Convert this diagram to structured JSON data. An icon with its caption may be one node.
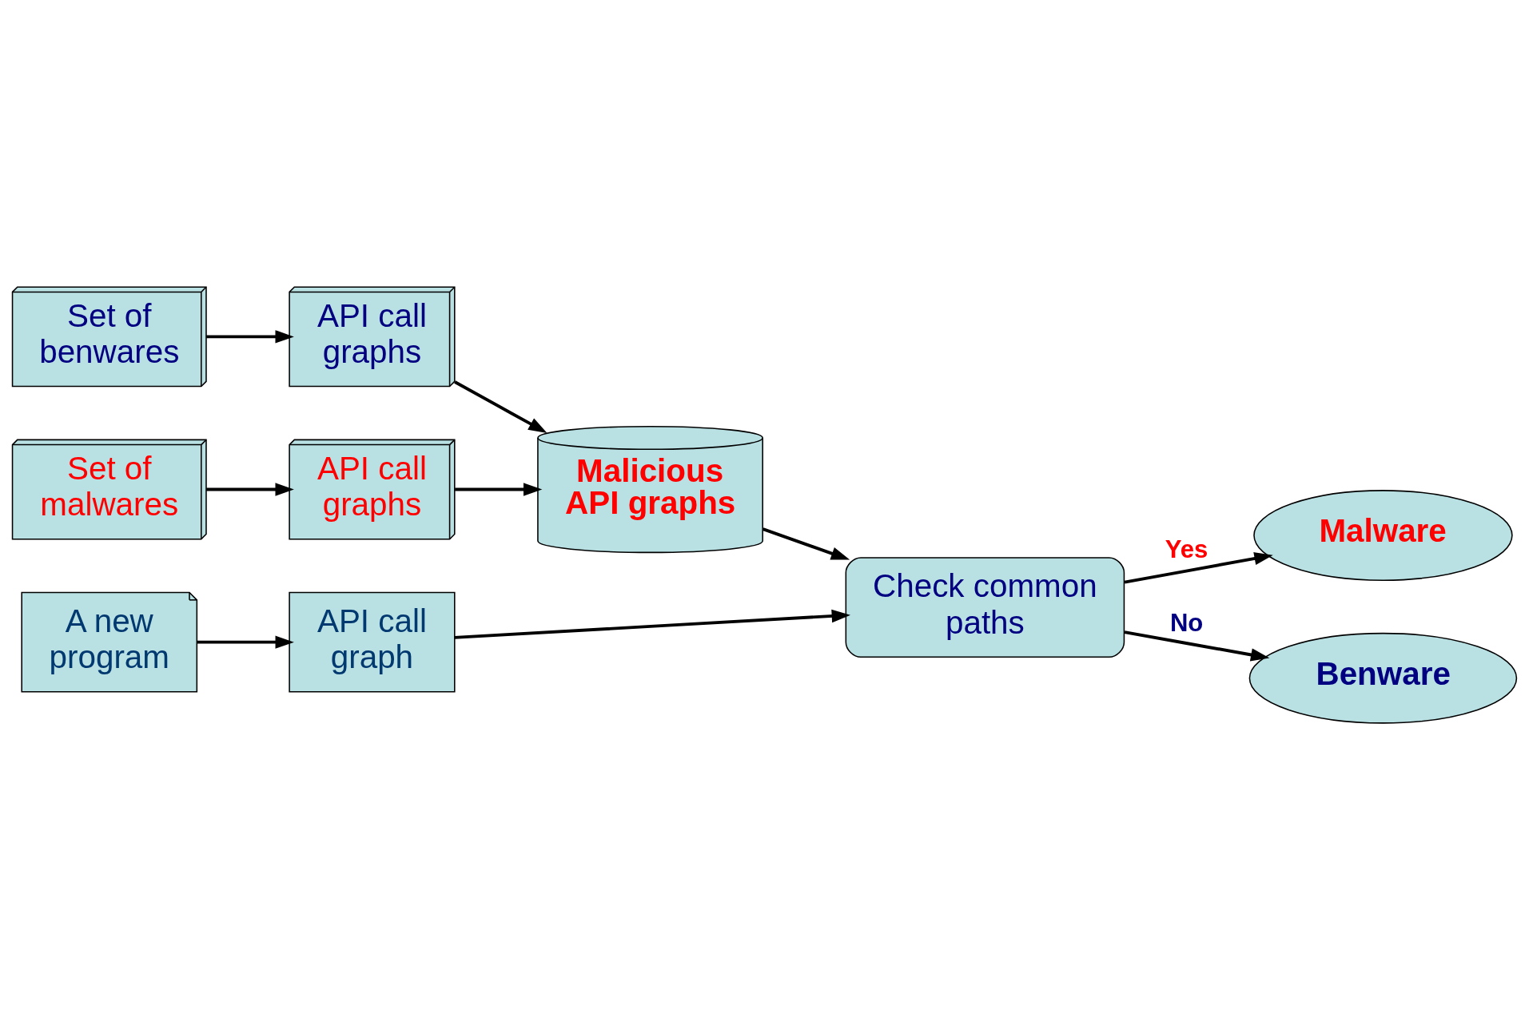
{
  "diagram": {
    "nodes": [
      {
        "text": [
          "Set of malwares"
        ]
      },
      {
        "text": [
          "API call graphs"
        ]
      },
      {
        "text": [
          "Set of benwares"
        ]
      },
      {
        "text": [
          "API call graphs"
        ]
      },
      {
        "text": [
          "Malicious API graphs"
        ]
      },
      {
        "text": [
          "A new program"
        ]
      },
      {
        "text": [
          "API call graph"
        ]
      },
      {
        "text": [
          "Check common paths"
        ]
      },
      {
        "text": [
          "Malware"
        ]
      },
      {
        "text": [
          "Benware"
        ]
      }
    ],
    "edges": [
      {
        "from": 0,
        "to": 1,
        "arrow": "to"
      },
      {
        "from": 2,
        "to": 3,
        "arrow": "to"
      },
      {
        "from": 1,
        "to": 4,
        "arrow": "to"
      },
      {
        "from": 3,
        "to": 4,
        "arrow": "to"
      },
      {
        "from": 4,
        "to": 7,
        "arrow": "to"
      },
      {
        "from": 5,
        "to": 6,
        "arrow": "to"
      },
      {
        "from": 6,
        "to": 7,
        "arrow": "to"
      },
      {
        "from": 7,
        "to": 8,
        "arrow": "to",
        "label": "Yes"
      },
      {
        "from": 7,
        "to": 9,
        "arrow": "to",
        "label": "No"
      }
    ]
  }
}
